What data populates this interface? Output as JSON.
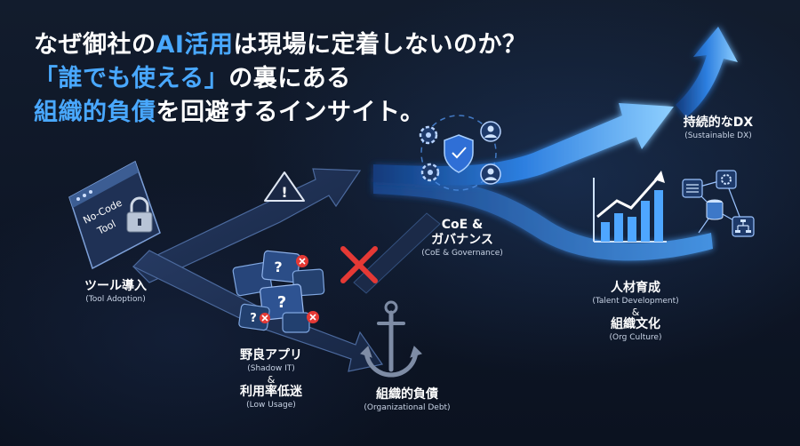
{
  "headline": {
    "line1_a": "なぜ御社の",
    "line1_b": "AI活用",
    "line1_c": "は現場に定着しないのか？",
    "line2_a": "「誰でも使える」",
    "line2_b": "の裏にある",
    "line3_a": "組織的負債",
    "line3_b": "を回避するインサイト。"
  },
  "tool_card": {
    "line1": "No-Code",
    "line2": "Tool"
  },
  "nodes": {
    "tool_adoption": {
      "jp": "ツール導入",
      "en": "(Tool Adoption)"
    },
    "shadow": {
      "jp1": "野良アプリ",
      "en1": "(Shadow IT)",
      "amp": "&",
      "jp2": "利用率低迷",
      "en2": "(Low Usage)"
    },
    "debt": {
      "jp": "組織的負債",
      "en": "(Organizational Debt)"
    },
    "coe": {
      "jp1": "CoE &",
      "jp2": "ガバナンス",
      "en": "(CoE & Governance)"
    },
    "talent": {
      "jp1": "人材育成",
      "en1": "(Talent Development)",
      "amp": "&",
      "jp2": "組織文化",
      "en2": "(Org Culture)"
    },
    "dx": {
      "jp": "持続的なDX",
      "en": "(Sustainable DX)"
    }
  },
  "icons": {
    "shadow_cards_mark": "?",
    "warning_mark": "!"
  },
  "colors": {
    "accent_blue": "#49a8ff",
    "glow_blue": "#3a8dff",
    "dark_path": "#22345a",
    "error_red": "#e53935",
    "background": "#0e1626"
  }
}
